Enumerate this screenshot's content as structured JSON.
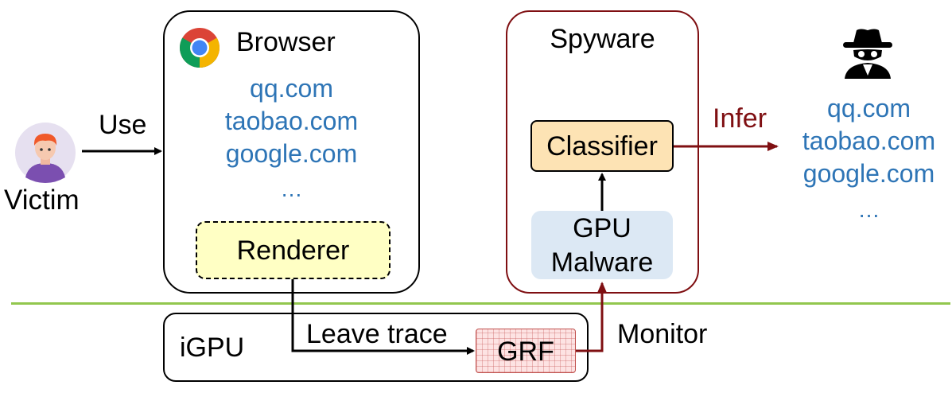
{
  "victim": {
    "label": "Victim"
  },
  "use_label": "Use",
  "browser": {
    "title": "Browser",
    "sites": [
      "qq.com",
      "taobao.com",
      "google.com",
      "…"
    ],
    "renderer_label": "Renderer"
  },
  "spyware": {
    "title": "Spyware",
    "classifier_label": "Classifier",
    "malware_line1": "GPU",
    "malware_line2": "Malware"
  },
  "infer_label": "Infer",
  "inferred_sites": [
    "qq.com",
    "taobao.com",
    "google.com",
    "…"
  ],
  "igpu": {
    "title": "iGPU",
    "grf_label": "GRF"
  },
  "leave_trace_label": "Leave trace",
  "monitor_label": "Monitor",
  "icons": [
    "user-avatar-icon",
    "chrome-icon",
    "spy-icon"
  ],
  "colors": {
    "site_text": "#2e75b6",
    "spyware_border": "#7f0f12",
    "renderer_fill": "#ffffc4",
    "classifier_fill": "#fde3b4",
    "malware_fill": "#dce8f4",
    "grf_fill": "#fde3e3",
    "ground_line": "#92c74e"
  }
}
